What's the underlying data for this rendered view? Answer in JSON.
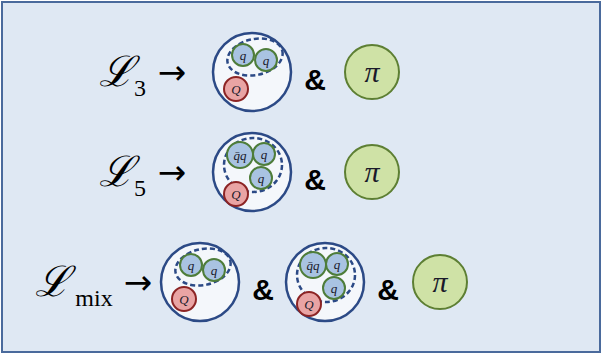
{
  "diagram": {
    "nodes": [
      {
        "text": [
          "q"
        ]
      },
      {
        "text": [
          "q"
        ]
      },
      {
        "text": [
          "Q"
        ]
      },
      {
        "text": [
          "π"
        ]
      },
      {
        "text": [
          "q̄q"
        ]
      },
      {
        "text": [
          "q"
        ]
      },
      {
        "text": [
          "q"
        ]
      },
      {
        "text": [
          "Q"
        ]
      },
      {
        "text": [
          "π"
        ]
      },
      {
        "text": [
          "q"
        ]
      },
      {
        "text": [
          "q"
        ]
      },
      {
        "text": [
          "Q"
        ]
      },
      {
        "text": [
          "q̄q"
        ]
      },
      {
        "text": [
          "q"
        ]
      },
      {
        "text": [
          "q"
        ]
      },
      {
        "text": [
          "Q"
        ]
      },
      {
        "text": [
          "π"
        ]
      }
    ],
    "labels": [
      "ℒ",
      "3",
      "→",
      "&",
      "ℒ",
      "5",
      "→",
      "&",
      "ℒ",
      "mix",
      "→",
      "&",
      "&"
    ]
  }
}
